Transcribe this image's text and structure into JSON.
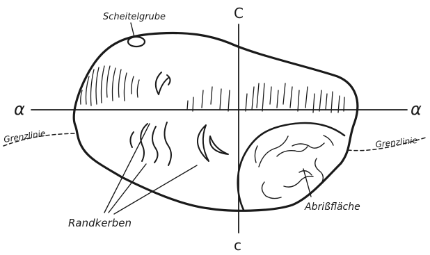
{
  "labels": {
    "scheitelgrube": "Scheitelgrube",
    "c_top": "C",
    "c_bottom": "c",
    "a_left": "α",
    "a_right": "α",
    "grenzlinie_left": "Grenzlinie",
    "grenzlinie_right": "Grenzlinie",
    "abrissflaeche": "Abrißfläche",
    "randkerben": "Randkerben"
  }
}
